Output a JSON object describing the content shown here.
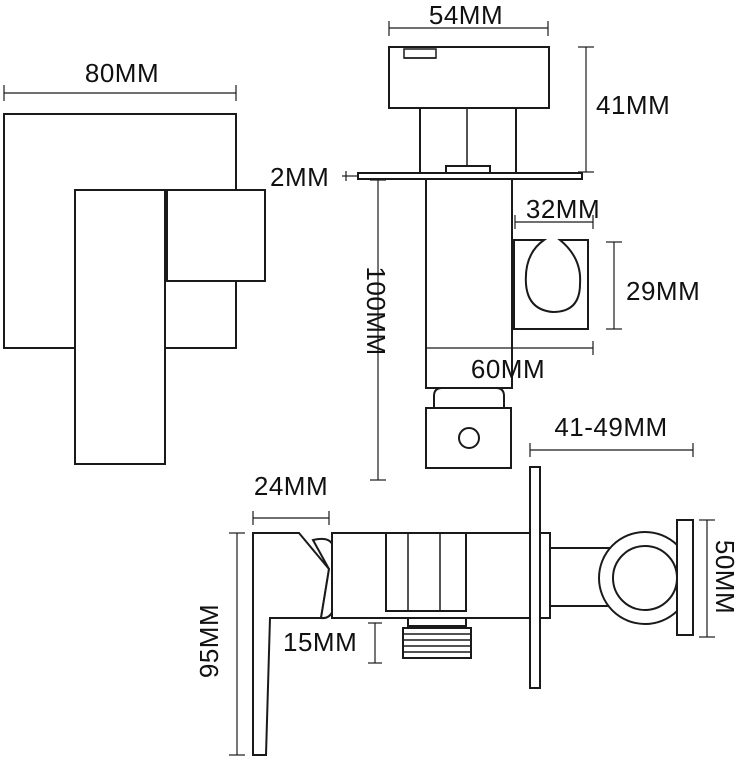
{
  "diagram": {
    "labels": {
      "width_80": "80MM",
      "width_54": "54MM",
      "height_41": "41MM",
      "thickness_2": "2MM",
      "height_100": "100MM",
      "width_32": "32MM",
      "height_29": "29MM",
      "width_60": "60MM",
      "depth_41_49": "41-49MM",
      "width_24": "24MM",
      "height_95": "95MM",
      "thread_15": "15MM",
      "height_50": "50MM"
    },
    "colors": {
      "line": "#1a1a1a",
      "text": "#111111",
      "background": "#ffffff"
    }
  }
}
